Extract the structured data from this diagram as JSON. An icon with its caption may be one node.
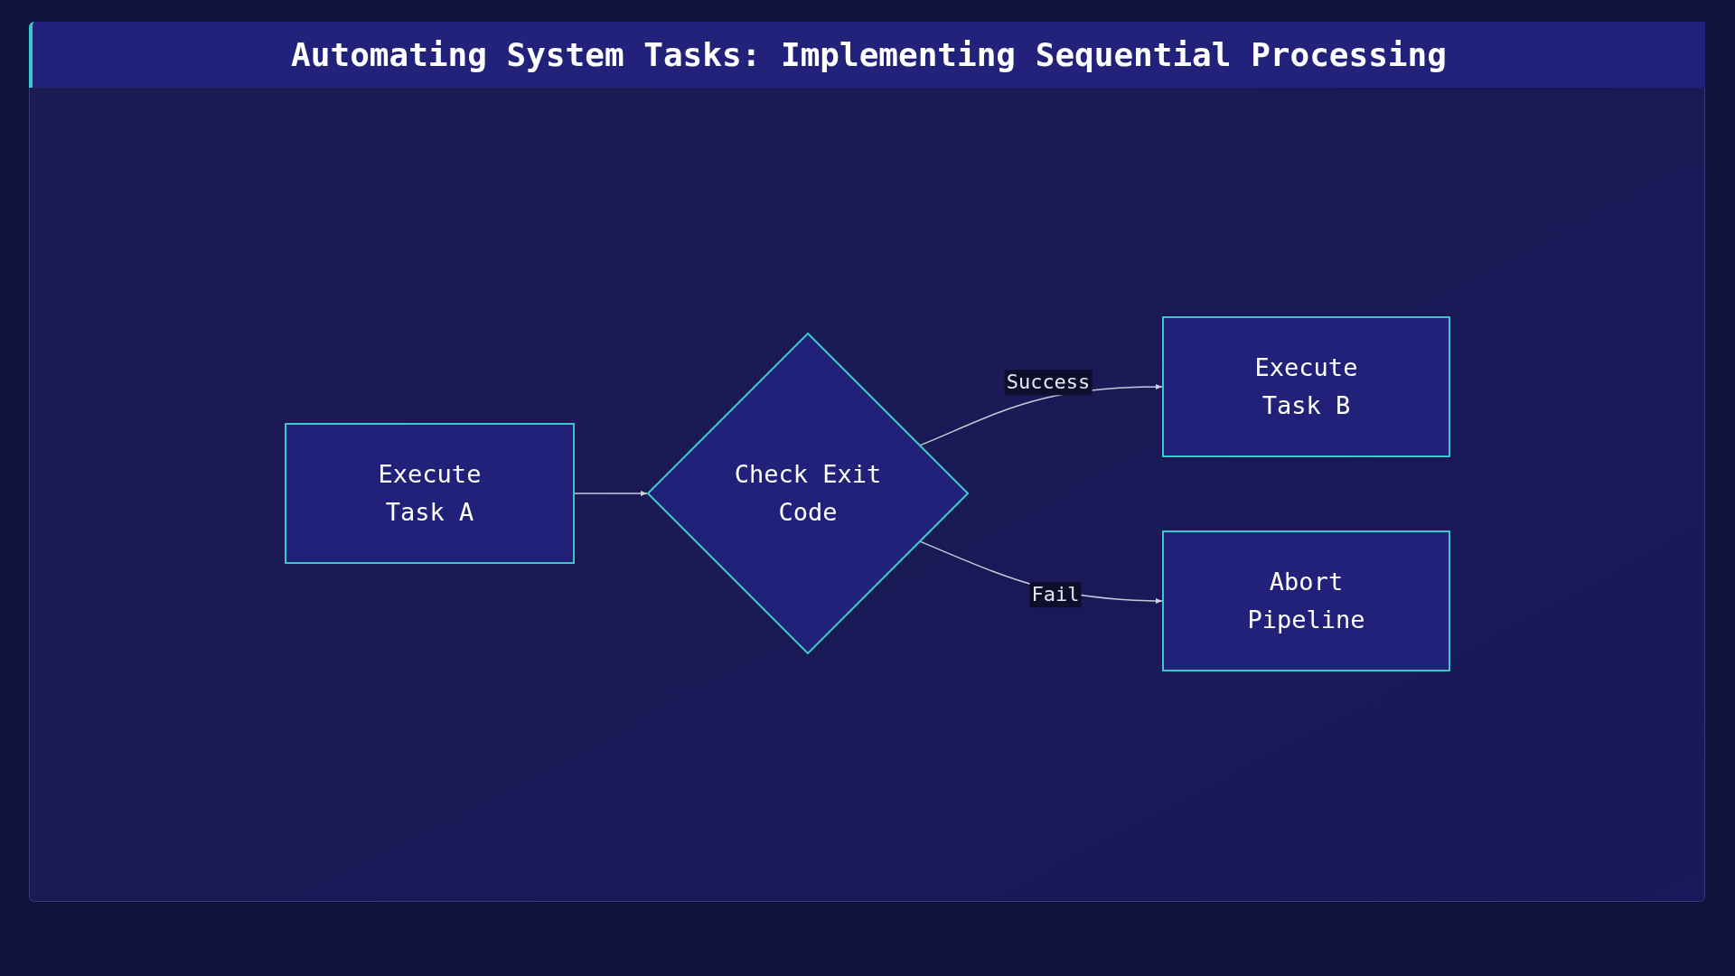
{
  "diagram": {
    "title": "Automating System Tasks: Implementing Sequential Processing",
    "nodes": [
      {
        "text": [
          "Execute Task A"
        ]
      },
      {
        "text": [
          "Check Exit Code"
        ]
      },
      {
        "text": [
          "Execute Task B"
        ]
      },
      {
        "text": [
          "Abort Pipeline"
        ]
      }
    ],
    "edges": [
      {
        "from": 0,
        "to": 1,
        "arrow": "to"
      },
      {
        "from": 1,
        "to": 2,
        "arrow": "to",
        "label": "Success"
      },
      {
        "from": 1,
        "to": 3,
        "arrow": "to",
        "label": "Fail"
      }
    ]
  }
}
